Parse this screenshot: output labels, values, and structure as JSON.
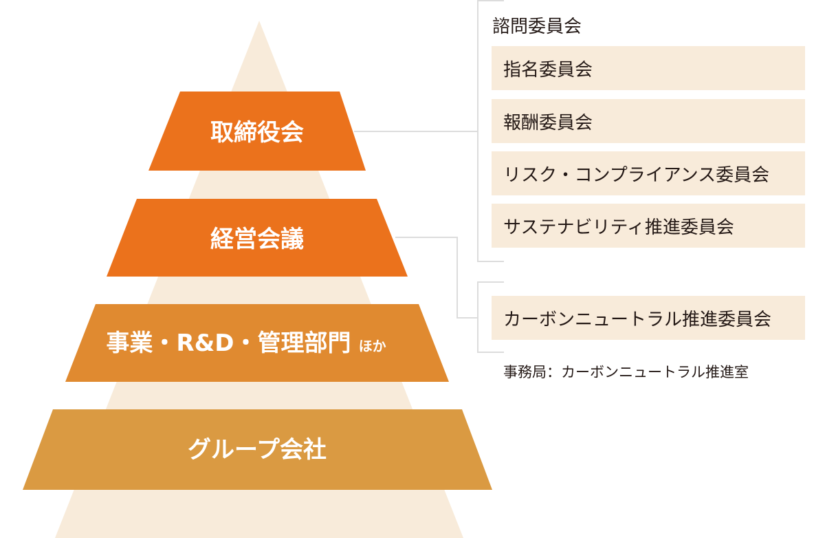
{
  "pyramid": {
    "tiers": [
      {
        "label": "取締役会",
        "suffix": "",
        "color": "#eb721c"
      },
      {
        "label": "経営会議",
        "suffix": "",
        "color": "#eb721c"
      },
      {
        "label": "事業・R&D・管理部門",
        "suffix": "ほか",
        "color": "#e08a30"
      },
      {
        "label": "グループ会社",
        "suffix": "",
        "color": "#da9a42"
      }
    ],
    "background_color": "#f8ebda"
  },
  "advisory": {
    "heading": "諮問委員会",
    "committees": [
      {
        "label": "指名委員会"
      },
      {
        "label": "報酬委員会"
      },
      {
        "label": "リスク・コンプライアンス委員会"
      },
      {
        "label": "サステナビリティ推進委員会"
      }
    ]
  },
  "carbon": {
    "committee": "カーボンニュートラル推進委員会",
    "secretariat": "事務局：カーボンニュートラル推進室"
  },
  "colors": {
    "box_fill": "#f8ebda",
    "connector": "#dcdcdc",
    "text_dark": "#231815"
  }
}
